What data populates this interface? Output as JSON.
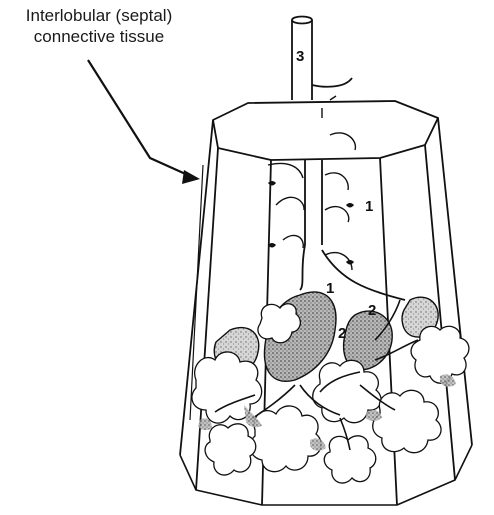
{
  "caption": {
    "line1": "Interlobular (septal)",
    "line2": "connective tissue"
  },
  "markers": {
    "bronchiole": "3",
    "terminal_a": "1",
    "terminal_b": "1",
    "respiratory_a": "2",
    "respiratory_b": "2"
  },
  "colors": {
    "ink": "#111111",
    "shade": "#9a9a9a",
    "paper": "#ffffff"
  }
}
